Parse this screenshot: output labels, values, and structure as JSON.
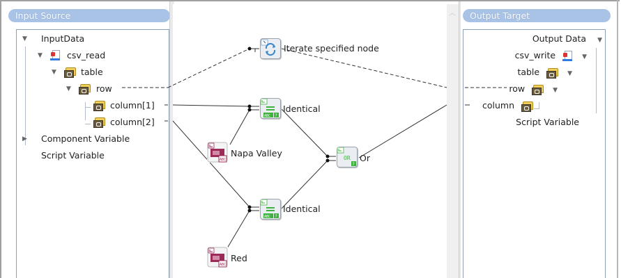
{
  "input_panel": {
    "title": "Input Source",
    "tree": {
      "root": "InputData",
      "file": "csv_read",
      "table": "table",
      "row": "row",
      "columns": [
        "column[1]",
        "column[2]"
      ],
      "component_variable": "Component Variable",
      "script_variable": "Script Variable"
    }
  },
  "output_panel": {
    "title": "Output Target",
    "tree": {
      "root": "Output Data",
      "file": "csv_write",
      "table": "table",
      "row": "row",
      "column": "column",
      "script_variable": "Script Variable"
    }
  },
  "canvas": {
    "nodes": [
      {
        "id": "iterate",
        "label": "Iterate specified node",
        "icon": "iterate-icon"
      },
      {
        "id": "identical1",
        "label": "Identical",
        "icon": "identical-icon"
      },
      {
        "id": "napa",
        "label": "Napa Valley",
        "icon": "constant-string-icon"
      },
      {
        "id": "or",
        "label": "Or",
        "icon": "or-logic-icon",
        "badge": "OR"
      },
      {
        "id": "identical2",
        "label": "Identical",
        "icon": "identical-icon"
      },
      {
        "id": "red",
        "label": "Red",
        "icon": "constant-string-icon"
      }
    ]
  },
  "colors": {
    "header": "#a9c3e6",
    "tree_border": "#8aa0b8",
    "logic_green": "#3cb43c",
    "constant_maroon": "#9c2b5a"
  }
}
